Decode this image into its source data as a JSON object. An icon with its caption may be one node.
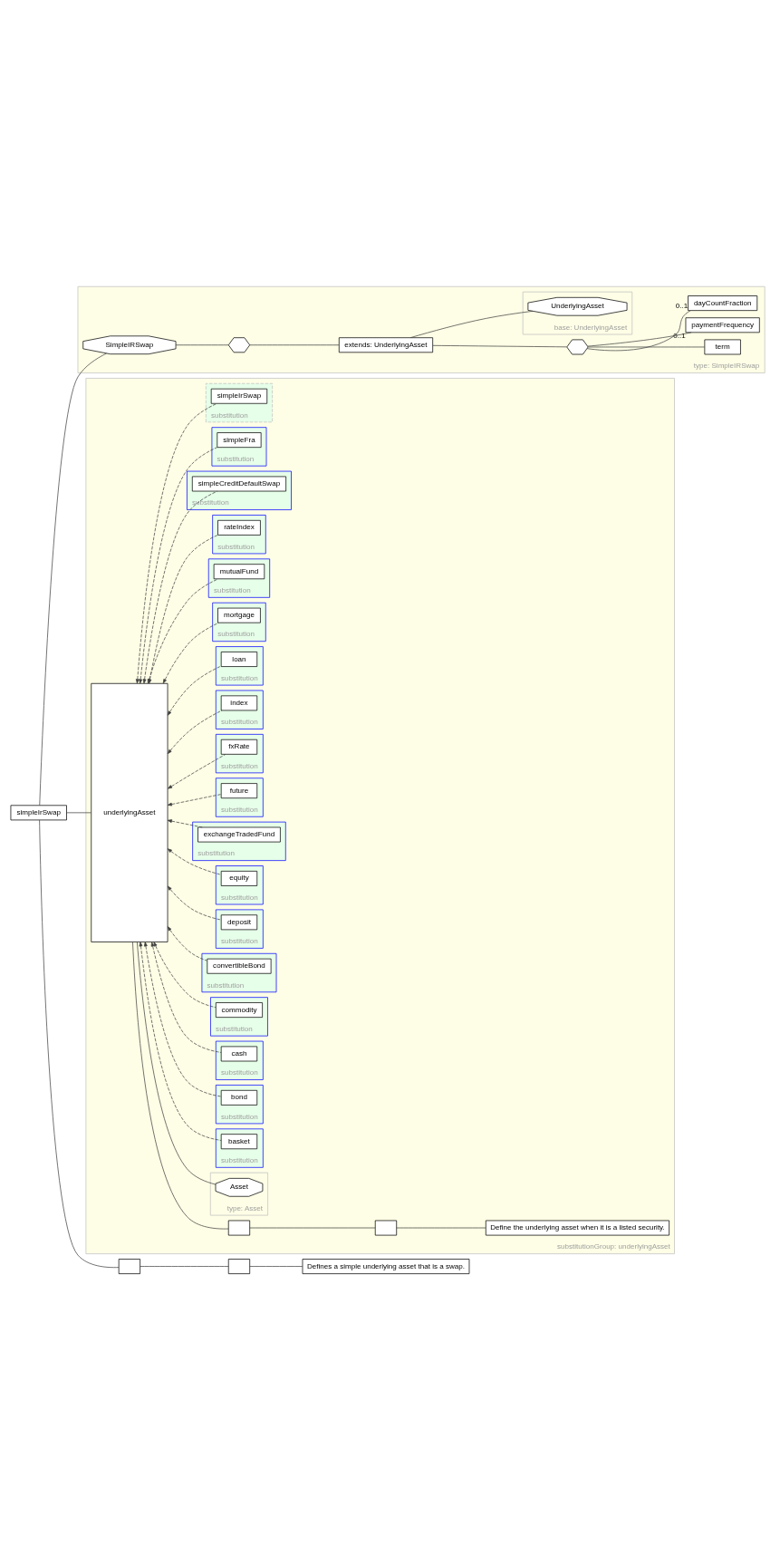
{
  "diagram": {
    "nodes": [
      {
        "text": [
          "simpleIrSwap"
        ]
      },
      {
        "text": [],
        "shape": "box"
      },
      {
        "text": [],
        "shape": "box"
      },
      {
        "text": [
          "Defines a simple underlying asset that is a swap."
        ]
      },
      {
        "text": [
          "type: SimpleIRSwap"
        ]
      },
      {
        "text": [
          "SimpleIRSwap"
        ],
        "in": 4
      },
      {
        "text": [],
        "shape": "hexagon",
        "in": 4
      },
      {
        "text": [
          "extends: UnderlyingAsset"
        ],
        "in": 4
      },
      {
        "text": [],
        "shape": "hexagon",
        "in": 4
      },
      {
        "text": [
          "term"
        ],
        "in": 4
      },
      {
        "text": [
          "paymentFrequency"
        ],
        "beside": [
          "0..1"
        ],
        "in": 4
      },
      {
        "text": [
          "dayCountFraction"
        ],
        "beside": [
          "0..1"
        ],
        "in": 4
      },
      {
        "text": [
          "base: UnderlyingAsset"
        ],
        "in": 4
      },
      {
        "text": [
          "UnderlyingAsset"
        ],
        "in": 12
      },
      {
        "text": [
          "substitutionGroup: underlyingAsset"
        ]
      },
      {
        "text": [
          "underlyingAsset"
        ],
        "in": 14
      },
      {
        "text": [],
        "shape": "box",
        "in": 14
      },
      {
        "text": [],
        "shape": "box",
        "in": 14
      },
      {
        "text": [
          "Define the underlying asset when it is a listed security."
        ],
        "in": 14
      },
      {
        "text": [
          "type: Asset"
        ],
        "in": 14
      },
      {
        "text": [
          "Asset"
        ],
        "in": 19
      },
      {
        "text": [
          "substitution"
        ],
        "in": 14
      },
      {
        "text": [
          "basket"
        ],
        "in": 21
      },
      {
        "text": [
          "substitution"
        ],
        "in": 14
      },
      {
        "text": [
          "bond"
        ],
        "in": 23
      },
      {
        "text": [
          "substitution"
        ],
        "in": 14
      },
      {
        "text": [
          "cash"
        ],
        "in": 25
      },
      {
        "text": [
          "substitution"
        ],
        "in": 14
      },
      {
        "text": [
          "commodity"
        ],
        "in": 27
      },
      {
        "text": [
          "substitution"
        ],
        "in": 14
      },
      {
        "text": [
          "convertibleBond"
        ],
        "in": 29
      },
      {
        "text": [
          "substitution"
        ],
        "in": 14
      },
      {
        "text": [
          "deposit"
        ],
        "in": 31
      },
      {
        "text": [
          "substitution"
        ],
        "in": 14
      },
      {
        "text": [
          "equity"
        ],
        "in": 33
      },
      {
        "text": [
          "substitution"
        ],
        "in": 14
      },
      {
        "text": [
          "exchangeTradedFund"
        ],
        "in": 35
      },
      {
        "text": [
          "substitution"
        ],
        "in": 14
      },
      {
        "text": [
          "future"
        ],
        "in": 37
      },
      {
        "text": [
          "substitution"
        ],
        "in": 14
      },
      {
        "text": [
          "fxRate"
        ],
        "in": 39
      },
      {
        "text": [
          "substitution"
        ],
        "in": 14
      },
      {
        "text": [
          "index"
        ],
        "in": 41
      },
      {
        "text": [
          "substitution"
        ],
        "in": 14
      },
      {
        "text": [
          "loan"
        ],
        "in": 43
      },
      {
        "text": [
          "substitution"
        ],
        "in": 14
      },
      {
        "text": [
          "mortgage"
        ],
        "in": 45
      },
      {
        "text": [
          "substitution"
        ],
        "in": 14
      },
      {
        "text": [
          "mutualFund"
        ],
        "in": 47
      },
      {
        "text": [
          "substitution"
        ],
        "in": 14
      },
      {
        "text": [
          "rateIndex"
        ],
        "in": 49
      },
      {
        "text": [
          "substitution"
        ],
        "in": 14
      },
      {
        "text": [
          "simpleCreditDefaultSwap"
        ],
        "in": 51
      },
      {
        "text": [
          "substitution"
        ],
        "in": 14
      },
      {
        "text": [
          "simpleFra"
        ],
        "in": 53
      },
      {
        "text": [
          "substitution"
        ],
        "in": 14
      },
      {
        "text": [
          "simpleIrSwap"
        ],
        "in": 55
      }
    ],
    "edges": [
      {
        "from": 0,
        "to": 1,
        "arrow": "none"
      },
      {
        "from": 1,
        "to": 2,
        "arrow": "none"
      },
      {
        "from": 2,
        "to": 3,
        "arrow": "none"
      },
      {
        "from": 0,
        "to": 5,
        "arrow": "none"
      },
      {
        "from": 5,
        "to": 6,
        "arrow": "none"
      },
      {
        "from": 6,
        "to": 7,
        "arrow": "none"
      },
      {
        "from": 7,
        "to": 8,
        "arrow": "none"
      },
      {
        "from": 8,
        "to": 9,
        "arrow": "none"
      },
      {
        "from": 8,
        "to": 10,
        "arrow": "none"
      },
      {
        "from": 8,
        "to": 11,
        "arrow": "none"
      },
      {
        "from": 7,
        "to": 13,
        "arrow": "none"
      },
      {
        "from": 0,
        "to": 15,
        "arrow": "none"
      },
      {
        "from": 15,
        "to": 16,
        "arrow": "none"
      },
      {
        "from": 16,
        "to": 17,
        "arrow": "none"
      },
      {
        "from": 17,
        "to": 18,
        "arrow": "none"
      },
      {
        "from": 15,
        "to": 20,
        "arrow": "none"
      },
      {
        "from": 22,
        "to": 15,
        "arrow": "to",
        "style": "dashed"
      },
      {
        "from": 24,
        "to": 15,
        "arrow": "to",
        "style": "dashed"
      },
      {
        "from": 26,
        "to": 15,
        "arrow": "to",
        "style": "dashed"
      },
      {
        "from": 28,
        "to": 15,
        "arrow": "to",
        "style": "dashed"
      },
      {
        "from": 30,
        "to": 15,
        "arrow": "to",
        "style": "dashed"
      },
      {
        "from": 32,
        "to": 15,
        "arrow": "to",
        "style": "dashed"
      },
      {
        "from": 34,
        "to": 15,
        "arrow": "to",
        "style": "dashed"
      },
      {
        "from": 36,
        "to": 15,
        "arrow": "to",
        "style": "dashed"
      },
      {
        "from": 38,
        "to": 15,
        "arrow": "to",
        "style": "dashed"
      },
      {
        "from": 40,
        "to": 15,
        "arrow": "to",
        "style": "dashed"
      },
      {
        "from": 42,
        "to": 15,
        "arrow": "to",
        "style": "dashed"
      },
      {
        "from": 44,
        "to": 15,
        "arrow": "to",
        "style": "dashed"
      },
      {
        "from": 46,
        "to": 15,
        "arrow": "to",
        "style": "dashed"
      },
      {
        "from": 48,
        "to": 15,
        "arrow": "to",
        "style": "dashed"
      },
      {
        "from": 50,
        "to": 15,
        "arrow": "to",
        "style": "dashed"
      },
      {
        "from": 52,
        "to": 15,
        "arrow": "to",
        "style": "dashed"
      },
      {
        "from": 54,
        "to": 15,
        "arrow": "to",
        "style": "dashed"
      },
      {
        "from": 56,
        "to": 15,
        "arrow": "to",
        "style": "dashed"
      }
    ]
  }
}
